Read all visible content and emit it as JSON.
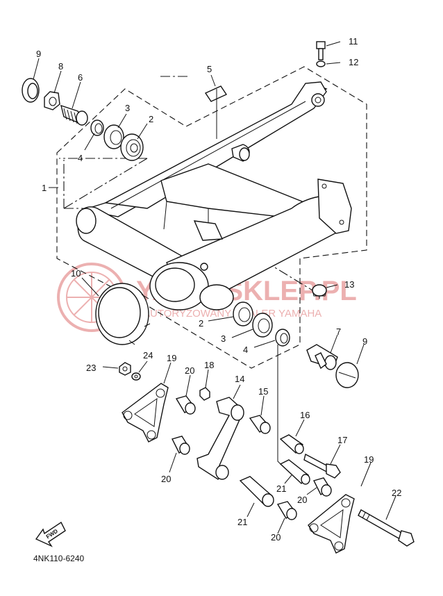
{
  "diagram": {
    "code": "4NK110-6240",
    "fwd": "FWD",
    "watermark": {
      "main": "YAMA-SKLEP.PL",
      "sub": "AUTORYZOWANY DEALER YAMAHA"
    },
    "callouts": {
      "c1": "1",
      "c2a": "2",
      "c2b": "2",
      "c3a": "3",
      "c3b": "3",
      "c4a": "4",
      "c4b": "4",
      "c5": "5",
      "c6": "6",
      "c7": "7",
      "c8": "8",
      "c9a": "9",
      "c9b": "9",
      "c10": "10",
      "c11": "11",
      "c12": "12",
      "c13": "13",
      "c14": "14",
      "c15": "15",
      "c16": "16",
      "c17": "17",
      "c18": "18",
      "c19a": "19",
      "c19b": "19",
      "c20a": "20",
      "c20b": "20",
      "c20c": "20",
      "c20d": "20",
      "c21a": "21",
      "c21b": "21",
      "c22": "22",
      "c23": "23",
      "c24": "24"
    }
  }
}
